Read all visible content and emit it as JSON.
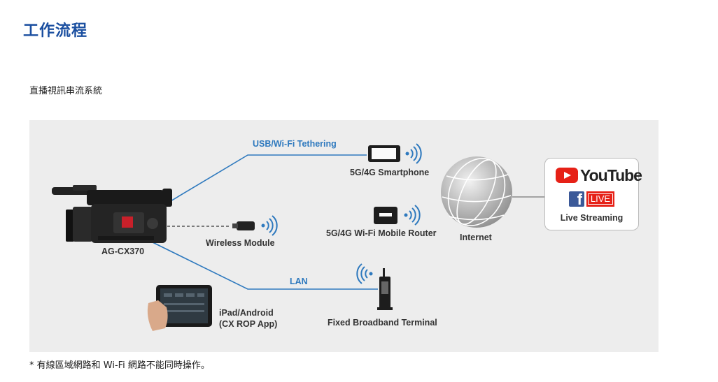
{
  "page_title": "工作流程",
  "section_title": "直播視訊串流系統",
  "footnote": "* 有線區域網路和 Wi-Fi 網路不能同時操作。",
  "diagram": {
    "camera_label": "AG-CX370",
    "link_usb_wifi": "USB/Wi-Fi Tethering",
    "link_lan": "LAN",
    "wireless_module": "Wireless Module",
    "smartphone": "5G/4G Smartphone",
    "mobile_router": "5G/4G Wi-Fi Mobile Router",
    "internet": "Internet",
    "ipad_line1": "iPad/Android",
    "ipad_line2": "(CX ROP App)",
    "fixed_terminal": "Fixed Broadband Terminal",
    "streaming": {
      "youtube": "YouTube",
      "facebook_mark": "f",
      "live": "LIVE",
      "label": "Live Streaming"
    }
  },
  "colors": {
    "title": "#1b4fa0",
    "link_line": "#2e79be",
    "background": "#ededed"
  }
}
